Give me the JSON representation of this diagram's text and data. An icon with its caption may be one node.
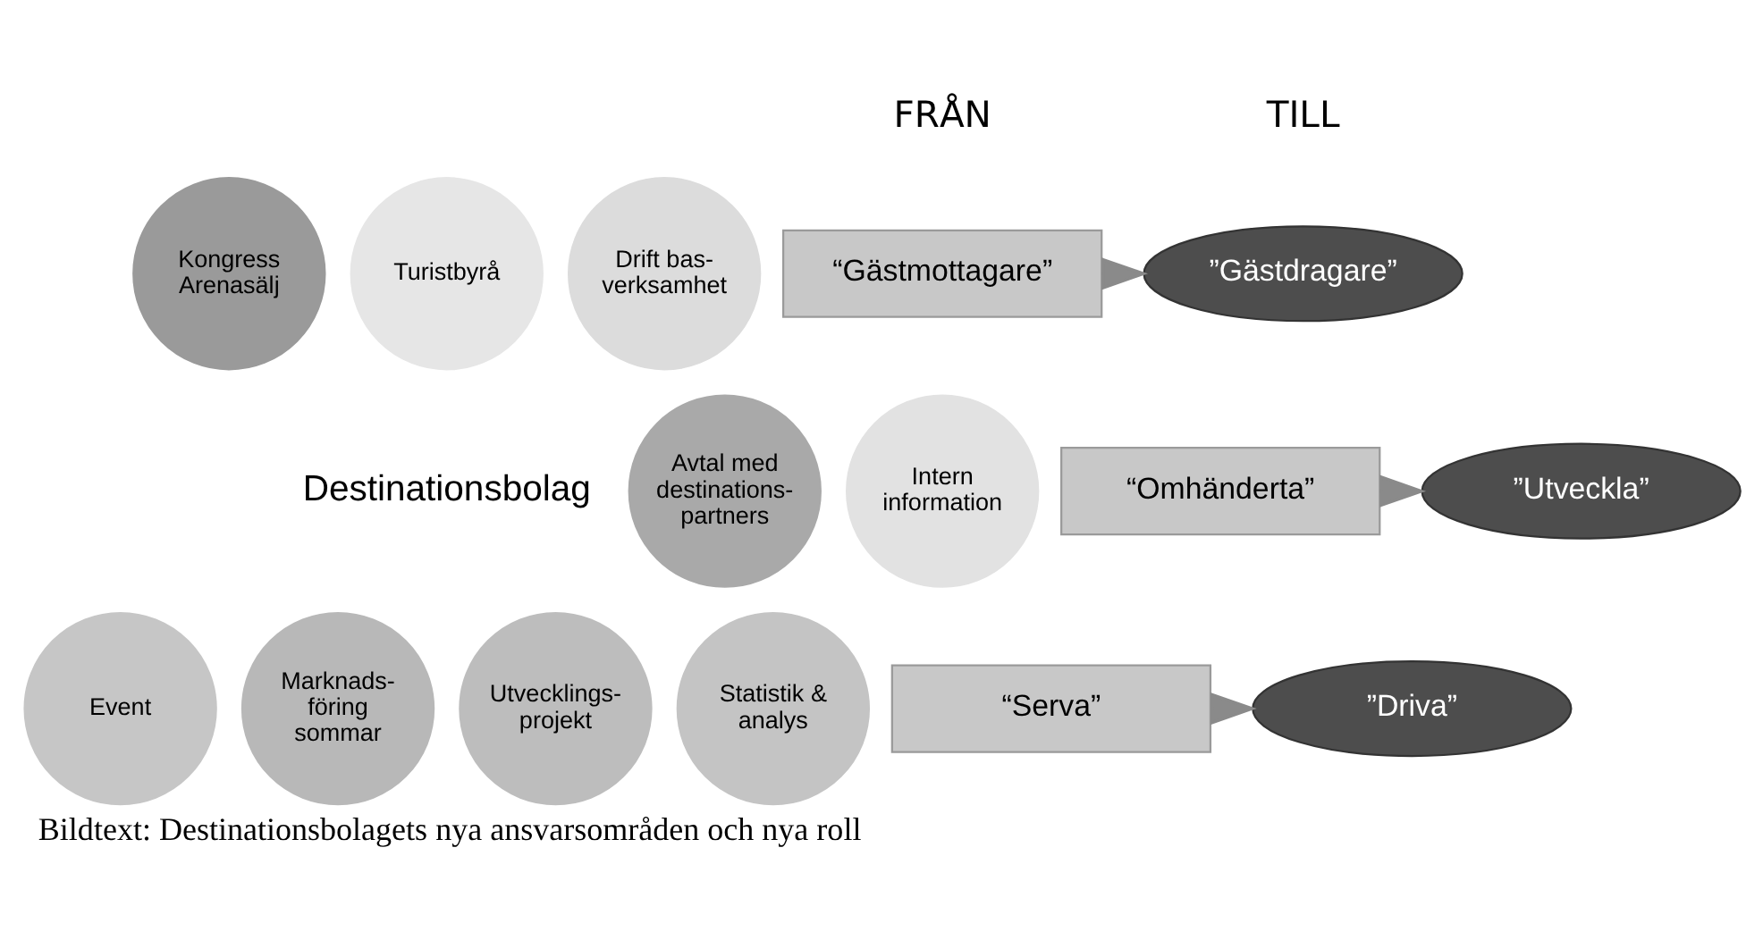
{
  "diagram": {
    "caption": "Bildtext: Destinationsbolagets nya ansvarsområden och nya roll",
    "nodes": [
      {
        "text": [
          "Turistbyrå"
        ]
      },
      {
        "text": [
          "Drift bas- verksamhet"
        ]
      },
      {
        "text": [
          "Intern information"
        ]
      },
      {
        "text": [
          "Statistik & analys"
        ]
      },
      {
        "text": [
          "Utvecklings- projekt"
        ]
      },
      {
        "text": [
          "Marknads- föring sommar"
        ]
      },
      {
        "text": [
          "Event"
        ]
      },
      {
        "text": [
          "Avtal med destinations- partners"
        ]
      },
      {
        "text": [
          "Kongress Arenasälj"
        ]
      },
      {
        "text": [
          "“Gästmottagare”"
        ]
      },
      {
        "text": [
          "”Gästdragare”"
        ]
      },
      {
        "text": [
          "“Omhänderta”"
        ]
      },
      {
        "text": [
          "”Utveckla”"
        ]
      },
      {
        "text": [
          "“Serva”"
        ]
      },
      {
        "text": [
          "”Driva”"
        ]
      }
    ],
    "edges": [
      {
        "from": 9,
        "to": 10,
        "arrow": "to"
      },
      {
        "from": 11,
        "to": 12,
        "arrow": "to"
      },
      {
        "from": 13,
        "to": 14,
        "arrow": "to"
      }
    ],
    "labels": [
      "Destinationsbolag",
      "FRÅN",
      "TILL"
    ]
  }
}
